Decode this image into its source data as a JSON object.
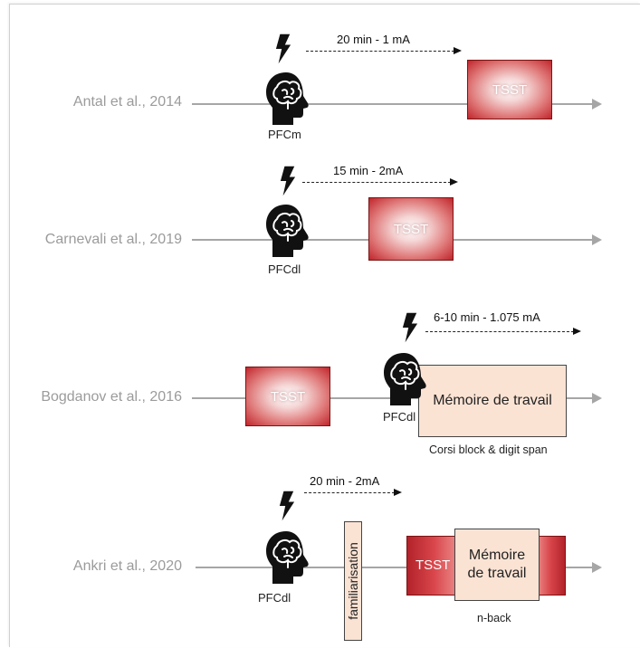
{
  "rows": [
    {
      "label": "Antal et al., 2014",
      "stimulation": "20 min - 1 mA",
      "region": "PFCm",
      "blocks": [
        "TSST"
      ]
    },
    {
      "label": "Carnevali et al., 2019",
      "stimulation": "15 min - 2mA",
      "region": "PFCdl",
      "blocks": [
        "TSST"
      ]
    },
    {
      "label": "Bogdanov et al., 2016",
      "stimulation": "6-10 min - 1.075 mA",
      "region": "PFCdl",
      "blocks": [
        "TSST",
        "Mémoire de travail"
      ],
      "task_caption": "Corsi block & digit span"
    },
    {
      "label": "Ankri et al., 2020",
      "stimulation": "20 min - 2mA",
      "region": "PFCdl",
      "familiarisation": "familiarisation",
      "blocks": [
        "TSST",
        "Mémoire de travail"
      ],
      "memory_line1": "Mémoire",
      "memory_line2": "de travail",
      "task_caption": "n-back"
    }
  ],
  "colors": {
    "timeline": "#a6a6a6",
    "tsst_dark": "#c0262c",
    "memory_fill": "#fbe3d4",
    "label_gray": "#9b9b9b"
  },
  "icons": {
    "stimulation": "lightning-bolt-icon",
    "brain": "head-brain-icon"
  }
}
